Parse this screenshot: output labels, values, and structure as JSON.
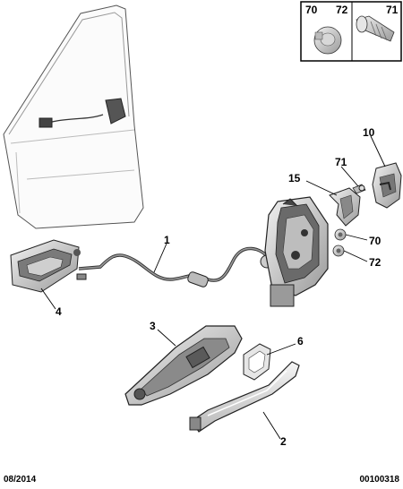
{
  "inset": {
    "labels": [
      "70",
      "72",
      "71"
    ]
  },
  "callouts": {
    "c1": "1",
    "c2": "2",
    "c3": "3",
    "c4": "4",
    "c6": "6",
    "c10": "10",
    "c15": "15",
    "c70": "70",
    "c71": "71",
    "c72": "72"
  },
  "footer": {
    "date": "08/2014",
    "reference": "00100318"
  }
}
